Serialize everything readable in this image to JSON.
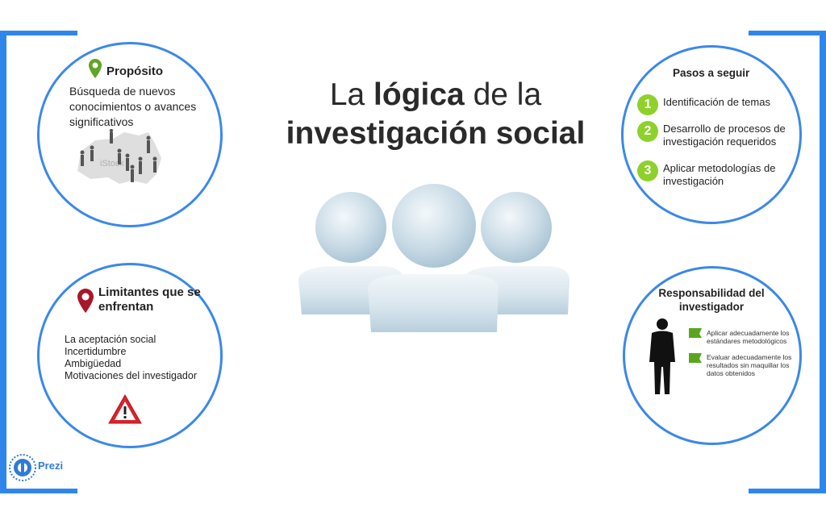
{
  "title": {
    "part1": "La ",
    "bold1": "lógica",
    "part2": " de la",
    "line2": "investigación social"
  },
  "proposito": {
    "heading": "Propósito",
    "text": "Búsqueda de nuevos conocimientos o avances significativos",
    "image_watermark": "iStock",
    "icon": "location-pin-green"
  },
  "limitantes": {
    "heading": "Limitantes que se enfrentan",
    "items": [
      "La aceptación social",
      "Incertidumbre",
      "Ambigüedad",
      "Motivaciones del investigador"
    ],
    "icon": "location-pin-red",
    "warning_icon": "warning-triangle"
  },
  "pasos": {
    "heading": "Pasos a seguir",
    "steps": [
      {
        "num": "1",
        "text": "Identificación de temas"
      },
      {
        "num": "2",
        "text": "Desarrollo de procesos de investigación requeridos"
      },
      {
        "num": "3",
        "text": "Aplicar metodologías de investigación"
      }
    ]
  },
  "responsabilidad": {
    "heading": "Responsabilidad del investigador",
    "items": [
      "Aplicar adecuadamente los estándares metodológicos",
      "Evaluar adecuadamente los resultados sin maquillar los datos obtenidos"
    ]
  },
  "prezi": {
    "label": "Prezi"
  },
  "colors": {
    "accent": "#3b88ea",
    "step_green": "#8fd12b",
    "flag_green": "#5aa51f"
  }
}
